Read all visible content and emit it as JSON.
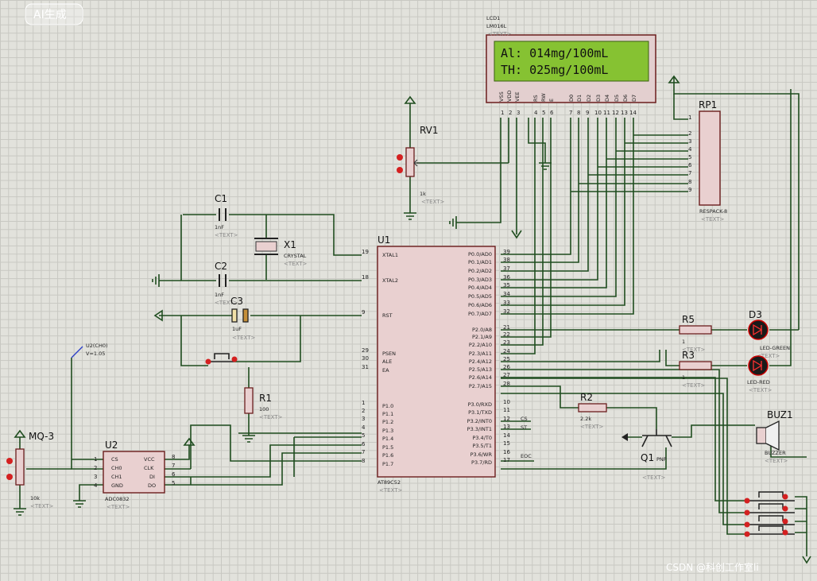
{
  "watermark": {
    "tag": "AI生成",
    "footer": "CSDN @科创工作室li"
  },
  "lcd": {
    "part": "LM016L",
    "ref_partial": "LCD1",
    "text_placeholder": "<TEXT>",
    "line1": "Al:  014mg/100mL",
    "line2": "TH:  025mg/100mL",
    "pins": [
      "VSS",
      "VDD",
      "VEE",
      "RS",
      "RW",
      "E",
      "D0",
      "D1",
      "D2",
      "D3",
      "D4",
      "D5",
      "D6",
      "D7"
    ],
    "pin_numbers": [
      "1",
      "2",
      "3",
      "4",
      "5",
      "6",
      "7",
      "8",
      "9",
      "10",
      "11",
      "12",
      "13",
      "14"
    ]
  },
  "mcu": {
    "ref": "U1",
    "part": "AT89C52",
    "text": "<TEXT>",
    "left_pins": [
      {
        "num": "19",
        "name": "XTAL1"
      },
      {
        "num": "18",
        "name": "XTAL2"
      },
      {
        "num": "9",
        "name": "RST"
      },
      {
        "num": "29",
        "name": "PSEN"
      },
      {
        "num": "30",
        "name": "ALE"
      },
      {
        "num": "31",
        "name": "EA"
      },
      {
        "num": "1",
        "name": "P1.0"
      },
      {
        "num": "2",
        "name": "P1.1"
      },
      {
        "num": "3",
        "name": "P1.2"
      },
      {
        "num": "4",
        "name": "P1.3"
      },
      {
        "num": "5",
        "name": "P1.4"
      },
      {
        "num": "6",
        "name": "P1.5"
      },
      {
        "num": "7",
        "name": "P1.6"
      },
      {
        "num": "8",
        "name": "P1.7"
      }
    ],
    "right_pins": [
      {
        "num": "39",
        "name": "P0.0/AD0"
      },
      {
        "num": "38",
        "name": "P0.1/AD1"
      },
      {
        "num": "37",
        "name": "P0.2/AD2"
      },
      {
        "num": "36",
        "name": "P0.3/AD3"
      },
      {
        "num": "35",
        "name": "P0.4/AD4"
      },
      {
        "num": "34",
        "name": "P0.5/AD5"
      },
      {
        "num": "33",
        "name": "P0.6/AD6"
      },
      {
        "num": "32",
        "name": "P0.7/AD7"
      },
      {
        "num": "21",
        "name": "P2.0/A8"
      },
      {
        "num": "22",
        "name": "P2.1/A9"
      },
      {
        "num": "23",
        "name": "P2.2/A10"
      },
      {
        "num": "24",
        "name": "P2.3/A11"
      },
      {
        "num": "25",
        "name": "P2.4/A12"
      },
      {
        "num": "26",
        "name": "P2.5/A13"
      },
      {
        "num": "27",
        "name": "P2.6/A14"
      },
      {
        "num": "28",
        "name": "P2.7/A15"
      },
      {
        "num": "10",
        "name": "P3.0/RXD"
      },
      {
        "num": "11",
        "name": "P3.1/TXD"
      },
      {
        "num": "12",
        "name": "P3.2/INT0"
      },
      {
        "num": "13",
        "name": "P3.3/INT1"
      },
      {
        "num": "14",
        "name": "P3.4/T0"
      },
      {
        "num": "15",
        "name": "P3.5/T1"
      },
      {
        "num": "16",
        "name": "P3.6/WR"
      },
      {
        "num": "17",
        "name": "P3.7/RD"
      }
    ]
  },
  "rp1": {
    "ref": "RP1",
    "part": "RESPACK-8",
    "text": "<TEXT>",
    "pins": [
      "1",
      "2",
      "3",
      "4",
      "5",
      "6",
      "7",
      "8",
      "9"
    ]
  },
  "rv1": {
    "ref": "RV1",
    "value": "1k",
    "text": "<TEXT>"
  },
  "c1": {
    "ref": "C1",
    "value": "1nF",
    "text": "<TEXT>"
  },
  "c2": {
    "ref": "C2",
    "value": "1nF",
    "text": "<TEXT>"
  },
  "c3": {
    "ref": "C3",
    "value": "1uF",
    "text": "<TEXT>"
  },
  "x1": {
    "ref": "X1",
    "value": "CRYSTAL",
    "text": "<TEXT>"
  },
  "r1": {
    "ref": "R1",
    "value": "100",
    "text": "<TEXT>"
  },
  "r2": {
    "ref": "R2",
    "value": "2.2k",
    "text": "<TEXT>"
  },
  "r3": {
    "ref": "R3",
    "value": "1",
    "text": "<TEXT>"
  },
  "r5": {
    "ref": "R5",
    "value": "1",
    "text": "<TEXT>"
  },
  "d3": {
    "ref": "D3",
    "value": "LED-GREEN",
    "text": "<TEXT>"
  },
  "d_red": {
    "value": "LED-RED",
    "text": "<TEXT>"
  },
  "q1": {
    "ref": "Q1",
    "value": "PNP",
    "text": "<TEXT>"
  },
  "buz1": {
    "ref": "BUZ1",
    "value": "BUZZER",
    "text": "<TEXT>"
  },
  "mq3": {
    "ref": "MQ-3",
    "value": "10k",
    "text": "<TEXT>"
  },
  "probe": {
    "label": "U2(CH0)",
    "value": "V=1.05"
  },
  "u2": {
    "ref": "U2",
    "part": "ADC0832",
    "text": "<TEXT>",
    "left_pins": [
      {
        "num": "1",
        "name": "CS"
      },
      {
        "num": "2",
        "name": "CH0"
      },
      {
        "num": "3",
        "name": "CH1"
      },
      {
        "num": "4",
        "name": "GND"
      }
    ],
    "right_pins": [
      {
        "num": "8",
        "name": "VCC"
      },
      {
        "num": "7",
        "name": "CLK"
      },
      {
        "num": "6",
        "name": "DI"
      },
      {
        "num": "5",
        "name": "DO"
      }
    ]
  },
  "net_labels": {
    "cs": "CS",
    "st": "ST",
    "eoc": "EOC"
  }
}
